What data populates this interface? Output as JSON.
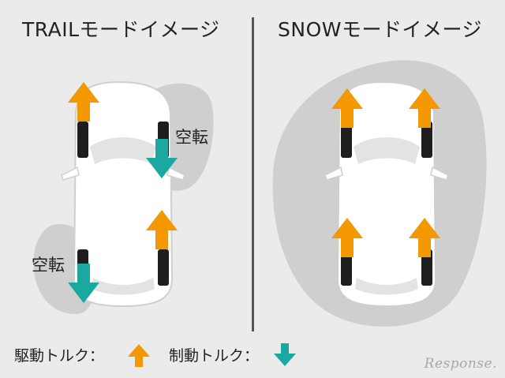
{
  "titles": {
    "trail": "TRAILモードイメージ",
    "snow": "SNOWモードイメージ"
  },
  "labels": {
    "spin_top": "空転",
    "spin_bottom": "空転"
  },
  "legend": {
    "drive_torque": "駆動トルク：",
    "brake_torque": "制動トルク："
  },
  "watermark": "Response.",
  "colors": {
    "background": "#ebebeb",
    "patch": "#cfcfcf",
    "car_body": "#ffffff",
    "car_outline": "#c8c8c8",
    "tire": "#1e1e1e",
    "drive_arrow": "#f39800",
    "brake_arrow": "#1aa8a0"
  },
  "icons": {
    "drive": "orange-up-arrow-icon",
    "brake": "teal-down-arrow-icon"
  }
}
